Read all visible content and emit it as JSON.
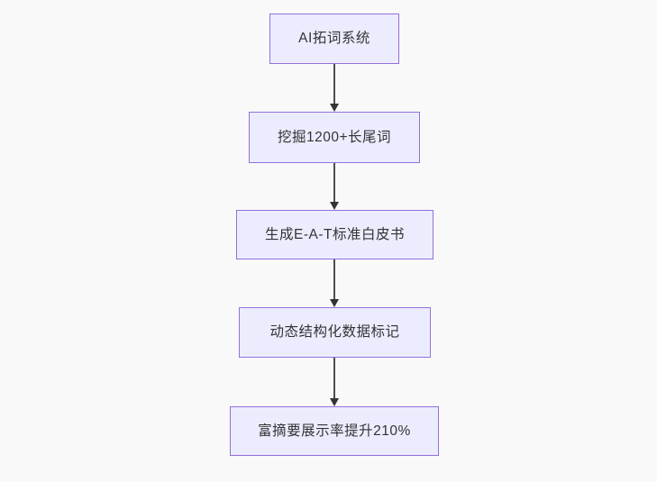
{
  "flowchart": {
    "type": "flowchart-top-down",
    "colors": {
      "background": "#f9f9f9",
      "node_fill": "#ececff",
      "node_border": "#9370db",
      "arrow_line": "#4d4d4d",
      "arrow_head": "#333333",
      "text": "#333333"
    },
    "nodes": [
      {
        "label": "AI拓词系统"
      },
      {
        "label": "挖掘1200+长尾词"
      },
      {
        "label": "生成E-A-T标准白皮书"
      },
      {
        "label": "动态结构化数据标记"
      },
      {
        "label": "富摘要展示率提升210%"
      }
    ],
    "edges": [
      {
        "from": 0,
        "to": 1
      },
      {
        "from": 1,
        "to": 2
      },
      {
        "from": 2,
        "to": 3
      },
      {
        "from": 3,
        "to": 4
      }
    ]
  }
}
